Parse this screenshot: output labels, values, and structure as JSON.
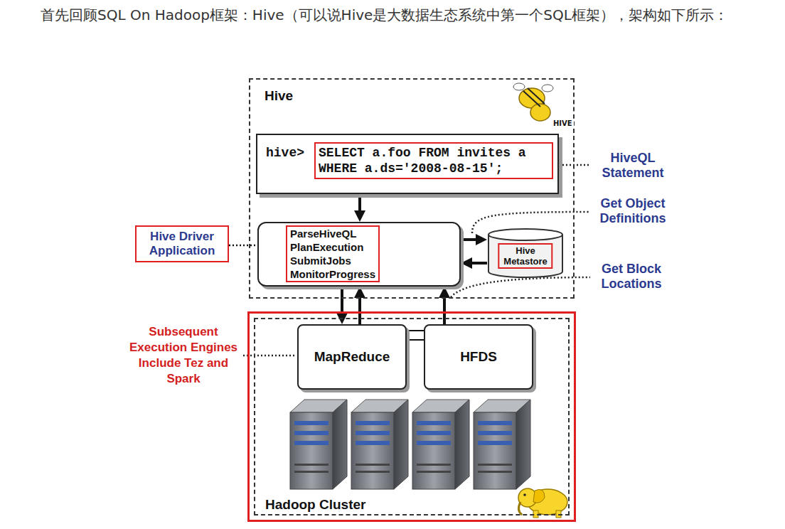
{
  "diagram": {
    "nodes": [
      {
        "text": [
          "Hive"
        ]
      },
      {
        "text": [
          "hive>",
          "SELECT a.foo FROM invites a WHERE a.ds='2008-08-15';"
        ],
        "in": 0
      },
      {
        "text": [
          "ParseHiveQL PlanExecution SubmitJobs MonitorProgress"
        ],
        "in": 0
      },
      {
        "text": [
          "Hive Metastore"
        ],
        "in": 0
      },
      {
        "text": [
          "Hadoop Cluster"
        ]
      },
      {
        "text": [
          "MapReduce"
        ],
        "in": 4
      },
      {
        "text": [
          "HFDS"
        ],
        "in": 4
      },
      {
        "text": [
          "Hive Driver Application"
        ]
      }
    ],
    "edges": [
      {
        "from": 1,
        "to": 2,
        "arrow": "to"
      },
      {
        "from": 2,
        "to": 3,
        "arrow": "to"
      },
      {
        "from": 3,
        "to": 2,
        "arrow": "to"
      },
      {
        "from": 2,
        "to": 5,
        "arrow": "to"
      },
      {
        "from": 5,
        "to": 2,
        "arrow": "to"
      },
      {
        "from": 6,
        "to": 2,
        "arrow": "to"
      },
      {
        "from": 5,
        "to": 6,
        "arrow": "none"
      },
      {
        "from": 7,
        "to": 2,
        "arrow": "none"
      }
    ],
    "labels": [
      "首先回顾SQL On Hadoop框架：Hive（可以说Hive是大数据生态系统中第一个SQL框架），架构如下所示：",
      "HiveQL Statement",
      "Get Object Definitions",
      "Get Block Locations",
      "Subsequent Execution Engines Include Tez and Spark",
      "HIVE"
    ]
  }
}
